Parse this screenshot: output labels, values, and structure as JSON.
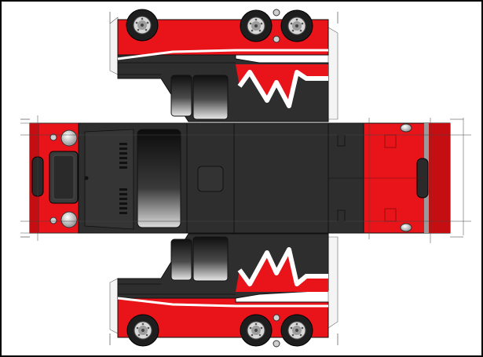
{
  "palette": {
    "red": "#e8141a",
    "dark_red": "#c40e12",
    "black": "#2e2e2e",
    "panel": "#3a3a3a",
    "outline": "#111111",
    "white": "#ffffff",
    "grey": "#9a9a9a",
    "light_grey": "#cfcfcf",
    "frame": "#000000"
  },
  "parts": [
    {
      "name": "top-side-panel",
      "label": ""
    },
    {
      "name": "roof-and-hood-strip",
      "label": ""
    },
    {
      "name": "bottom-side-panel",
      "label": ""
    },
    {
      "name": "front-grille-panel",
      "label": ""
    },
    {
      "name": "rear-panel",
      "label": ""
    }
  ]
}
